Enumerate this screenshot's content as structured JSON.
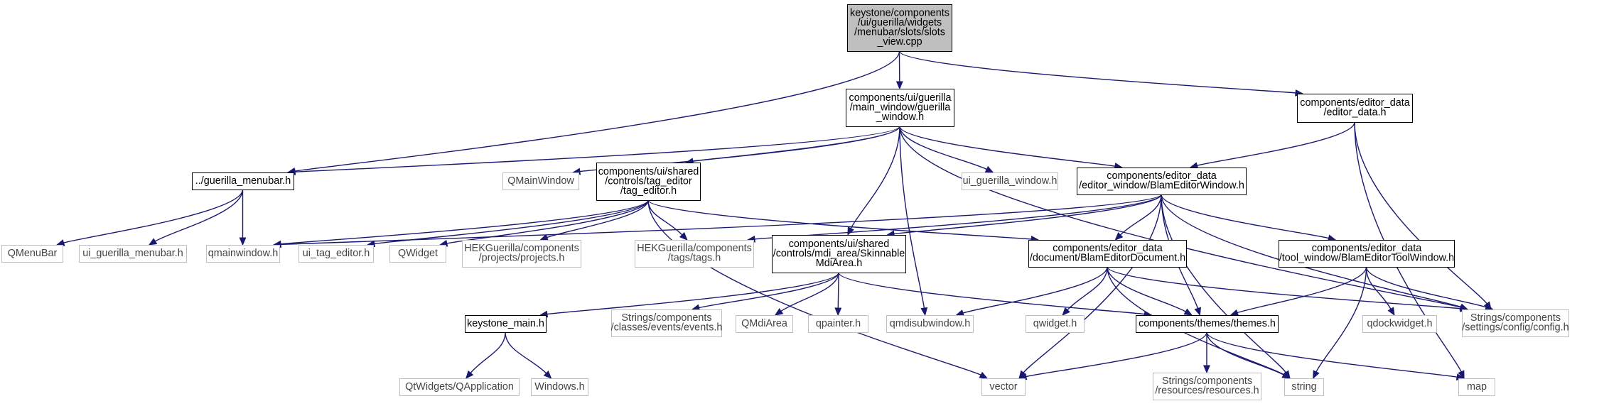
{
  "graph": {
    "root": "slots_view",
    "colors": {
      "edge": "#191970",
      "root_fill": "#bfbfbf",
      "root_stroke": "#000000",
      "documented_fill": "#ffffff",
      "documented_stroke": "#000000",
      "external_fill": "#ffffff",
      "external_stroke": "#bfbfbf",
      "external_text": "#444444"
    },
    "nodes": [
      {
        "id": "slots_view",
        "kind": "root",
        "lines": [
          "keystone/components",
          "/ui/guerilla/widgets",
          "/menubar/slots/slots",
          "_view.cpp"
        ]
      },
      {
        "id": "guerilla_window",
        "kind": "documented",
        "lines": [
          "components/ui/guerilla",
          "/main_window/guerilla",
          "_window.h"
        ]
      },
      {
        "id": "editor_data",
        "kind": "documented",
        "lines": [
          "components/editor_data",
          "/editor_data.h"
        ]
      },
      {
        "id": "guerilla_menubar",
        "kind": "documented",
        "lines": [
          "../guerilla_menubar.h"
        ]
      },
      {
        "id": "qmainwindow_cls",
        "kind": "external",
        "lines": [
          "QMainWindow"
        ]
      },
      {
        "id": "tag_editor",
        "kind": "documented",
        "lines": [
          "components/ui/shared",
          "/controls/tag_editor",
          "/tag_editor.h"
        ]
      },
      {
        "id": "ui_guerilla_window",
        "kind": "external",
        "lines": [
          "ui_guerilla_window.h"
        ]
      },
      {
        "id": "blam_editor_window",
        "kind": "documented",
        "lines": [
          "components/editor_data",
          "/editor_window/BlamEditorWindow.h"
        ]
      },
      {
        "id": "qmenubar",
        "kind": "external",
        "lines": [
          "QMenuBar"
        ]
      },
      {
        "id": "ui_guerilla_menubar",
        "kind": "external",
        "lines": [
          "ui_guerilla_menubar.h"
        ]
      },
      {
        "id": "qmainwindow_h",
        "kind": "external",
        "lines": [
          "qmainwindow.h"
        ]
      },
      {
        "id": "ui_tag_editor",
        "kind": "external",
        "lines": [
          "ui_tag_editor.h"
        ]
      },
      {
        "id": "qwidget_cls",
        "kind": "external",
        "lines": [
          "QWidget"
        ]
      },
      {
        "id": "projects_h",
        "kind": "external",
        "lines": [
          "HEKGuerilla/components",
          "/projects/projects.h"
        ]
      },
      {
        "id": "tags_h",
        "kind": "external",
        "lines": [
          "HEKGuerilla/components",
          "/tags/tags.h"
        ]
      },
      {
        "id": "skinnable_mdi",
        "kind": "documented",
        "lines": [
          "components/ui/shared",
          "/controls/mdi_area/Skinnable",
          "MdiArea.h"
        ]
      },
      {
        "id": "blam_editor_document",
        "kind": "documented",
        "lines": [
          "components/editor_data",
          "/document/BlamEditorDocument.h"
        ]
      },
      {
        "id": "blam_editor_tool_window",
        "kind": "documented",
        "lines": [
          "components/editor_data",
          "/tool_window/BlamEditorToolWindow.h"
        ]
      },
      {
        "id": "keystone_main",
        "kind": "documented",
        "lines": [
          "keystone_main.h"
        ]
      },
      {
        "id": "events_h",
        "kind": "external",
        "lines": [
          "Strings/components",
          "/classes/events/events.h"
        ]
      },
      {
        "id": "qmdiarea",
        "kind": "external",
        "lines": [
          "QMdiArea"
        ]
      },
      {
        "id": "qpainter",
        "kind": "external",
        "lines": [
          "qpainter.h"
        ]
      },
      {
        "id": "qmdisubwindow",
        "kind": "external",
        "lines": [
          "qmdisubwindow.h"
        ]
      },
      {
        "id": "qwidget_h",
        "kind": "external",
        "lines": [
          "qwidget.h"
        ]
      },
      {
        "id": "themes_h",
        "kind": "documented",
        "lines": [
          "components/themes/themes.h"
        ]
      },
      {
        "id": "qdockwidget",
        "kind": "external",
        "lines": [
          "qdockwidget.h"
        ]
      },
      {
        "id": "config_h",
        "kind": "external",
        "lines": [
          "Strings/components",
          "/settings/config/config.h"
        ]
      },
      {
        "id": "qapplication",
        "kind": "external",
        "lines": [
          "QtWidgets/QApplication"
        ]
      },
      {
        "id": "windows_h",
        "kind": "external",
        "lines": [
          "Windows.h"
        ]
      },
      {
        "id": "vector",
        "kind": "external",
        "lines": [
          "vector"
        ]
      },
      {
        "id": "resources_h",
        "kind": "external",
        "lines": [
          "Strings/components",
          "/resources/resources.h"
        ]
      },
      {
        "id": "string",
        "kind": "external",
        "lines": [
          "string"
        ]
      },
      {
        "id": "map",
        "kind": "external",
        "lines": [
          "map"
        ]
      }
    ],
    "edges": [
      {
        "from": "slots_view",
        "to": "guerilla_window"
      },
      {
        "from": "slots_view",
        "to": "guerilla_menubar"
      },
      {
        "from": "slots_view",
        "to": "editor_data"
      },
      {
        "from": "guerilla_window",
        "to": "guerilla_menubar"
      },
      {
        "from": "guerilla_window",
        "to": "qmainwindow_cls"
      },
      {
        "from": "guerilla_window",
        "to": "tag_editor"
      },
      {
        "from": "guerilla_window",
        "to": "ui_guerilla_window"
      },
      {
        "from": "guerilla_window",
        "to": "blam_editor_window"
      },
      {
        "from": "guerilla_window",
        "to": "skinnable_mdi"
      },
      {
        "from": "guerilla_window",
        "to": "qmdisubwindow"
      },
      {
        "from": "guerilla_window",
        "to": "config_h"
      },
      {
        "from": "editor_data",
        "to": "blam_editor_window"
      },
      {
        "from": "editor_data",
        "to": "config_h"
      },
      {
        "from": "editor_data",
        "to": "map"
      },
      {
        "from": "guerilla_menubar",
        "to": "qmenubar"
      },
      {
        "from": "guerilla_menubar",
        "to": "ui_guerilla_menubar"
      },
      {
        "from": "guerilla_menubar",
        "to": "qmainwindow_h"
      },
      {
        "from": "tag_editor",
        "to": "qmainwindow_h"
      },
      {
        "from": "tag_editor",
        "to": "ui_tag_editor"
      },
      {
        "from": "tag_editor",
        "to": "qwidget_cls"
      },
      {
        "from": "tag_editor",
        "to": "projects_h"
      },
      {
        "from": "tag_editor",
        "to": "tags_h"
      },
      {
        "from": "tag_editor",
        "to": "blam_editor_document"
      },
      {
        "from": "tag_editor",
        "to": "vector"
      },
      {
        "from": "blam_editor_window",
        "to": "qmainwindow_h"
      },
      {
        "from": "blam_editor_window",
        "to": "tags_h"
      },
      {
        "from": "blam_editor_window",
        "to": "skinnable_mdi"
      },
      {
        "from": "blam_editor_window",
        "to": "blam_editor_document"
      },
      {
        "from": "blam_editor_window",
        "to": "blam_editor_tool_window"
      },
      {
        "from": "blam_editor_window",
        "to": "themes_h"
      },
      {
        "from": "blam_editor_window",
        "to": "config_h"
      },
      {
        "from": "blam_editor_window",
        "to": "vector"
      },
      {
        "from": "blam_editor_window",
        "to": "string"
      },
      {
        "from": "skinnable_mdi",
        "to": "keystone_main"
      },
      {
        "from": "skinnable_mdi",
        "to": "events_h"
      },
      {
        "from": "skinnable_mdi",
        "to": "qmdiarea"
      },
      {
        "from": "skinnable_mdi",
        "to": "qpainter"
      },
      {
        "from": "skinnable_mdi",
        "to": "themes_h"
      },
      {
        "from": "blam_editor_document",
        "to": "qmdisubwindow"
      },
      {
        "from": "blam_editor_document",
        "to": "qwidget_h"
      },
      {
        "from": "blam_editor_document",
        "to": "themes_h"
      },
      {
        "from": "blam_editor_document",
        "to": "config_h"
      },
      {
        "from": "blam_editor_document",
        "to": "string"
      },
      {
        "from": "blam_editor_tool_window",
        "to": "themes_h"
      },
      {
        "from": "blam_editor_tool_window",
        "to": "qdockwidget"
      },
      {
        "from": "blam_editor_tool_window",
        "to": "config_h"
      },
      {
        "from": "blam_editor_tool_window",
        "to": "string"
      },
      {
        "from": "keystone_main",
        "to": "qapplication"
      },
      {
        "from": "keystone_main",
        "to": "windows_h"
      },
      {
        "from": "themes_h",
        "to": "vector"
      },
      {
        "from": "themes_h",
        "to": "resources_h"
      },
      {
        "from": "themes_h",
        "to": "string"
      },
      {
        "from": "themes_h",
        "to": "map"
      }
    ]
  }
}
